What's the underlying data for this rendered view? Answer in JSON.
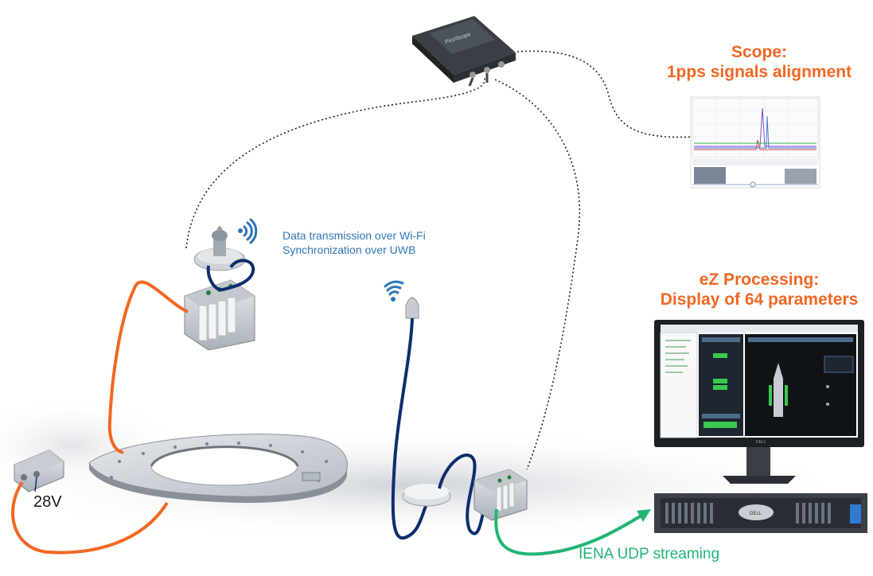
{
  "labels": {
    "scope_title_1": "Scope:",
    "scope_title_2": "1pps signals alignment",
    "ez_title_1": "eZ Processing:",
    "ez_title_2": "Display of 64 parameters",
    "wifi_note_1": "Data transmission over Wi-Fi",
    "wifi_note_2": "Synchronization over UWB",
    "power_label": "28V",
    "stream_label": "IENA UDP streaming"
  },
  "colors": {
    "orange": "#f26722",
    "navy": "#0d2e6e",
    "green": "#22b573",
    "wifi_blue": "#2e75b6",
    "note_blue": "#2e75b6"
  },
  "icons": {
    "wifi_top": "wifi-signal-icon",
    "wifi_mid": "wifi-signal-icon"
  }
}
